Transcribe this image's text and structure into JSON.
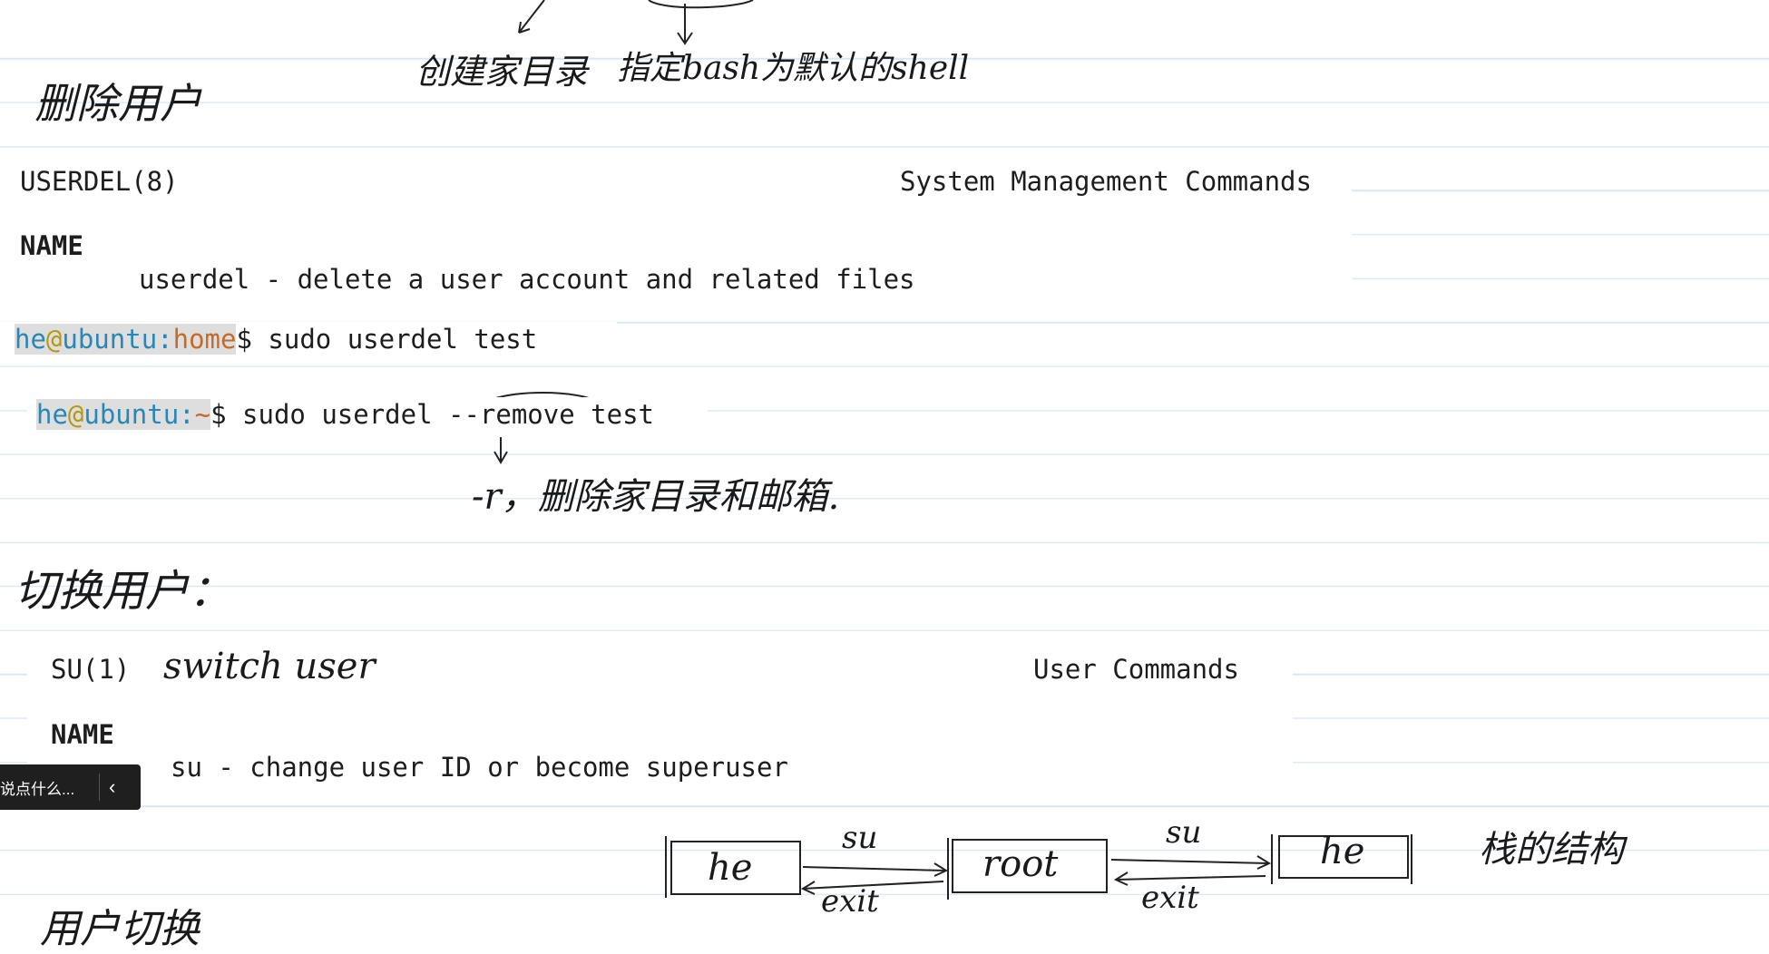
{
  "notes": {
    "annotation_create_home": "创建家目录",
    "annotation_bash_default": "指定bash为默认的shell",
    "heading_delete_user": "删除用户",
    "annotation_remove": "-r，删除家目录和邮箱.",
    "heading_switch_user": "切换用户：",
    "annotation_switch_user": "switch user",
    "annotation_stack": "栈的结构",
    "partial_bottom_heading": "用户切换"
  },
  "userdel_man": {
    "title_left": "USERDEL(8)",
    "title_right": "System Management Commands",
    "name_heading": "NAME",
    "description": "userdel - delete a user account and related files"
  },
  "terminal_1": {
    "user": "he",
    "at": "@",
    "host": "ubuntu",
    "colon": ":",
    "path": "home",
    "dollar": "$",
    "command": " sudo userdel test"
  },
  "terminal_2": {
    "user": "he",
    "at": "@",
    "host": "ubuntu",
    "colon": ":",
    "path": "~",
    "dollar": "$",
    "command_pre": " sudo userdel ",
    "option": "--remove",
    "command_post": " test"
  },
  "su_man": {
    "title_left": "SU(1)",
    "title_right": "User Commands",
    "name_heading": "NAME",
    "description": "su - change user ID or become superuser"
  },
  "diagram": {
    "box1": "he",
    "box2": "root",
    "box3": "he",
    "arrow1_top": "su",
    "arrow1_bottom": "exit",
    "arrow2_top": "su",
    "arrow2_bottom": "exit"
  },
  "toast": {
    "text": "说点什么...",
    "chevron": "‹"
  }
}
